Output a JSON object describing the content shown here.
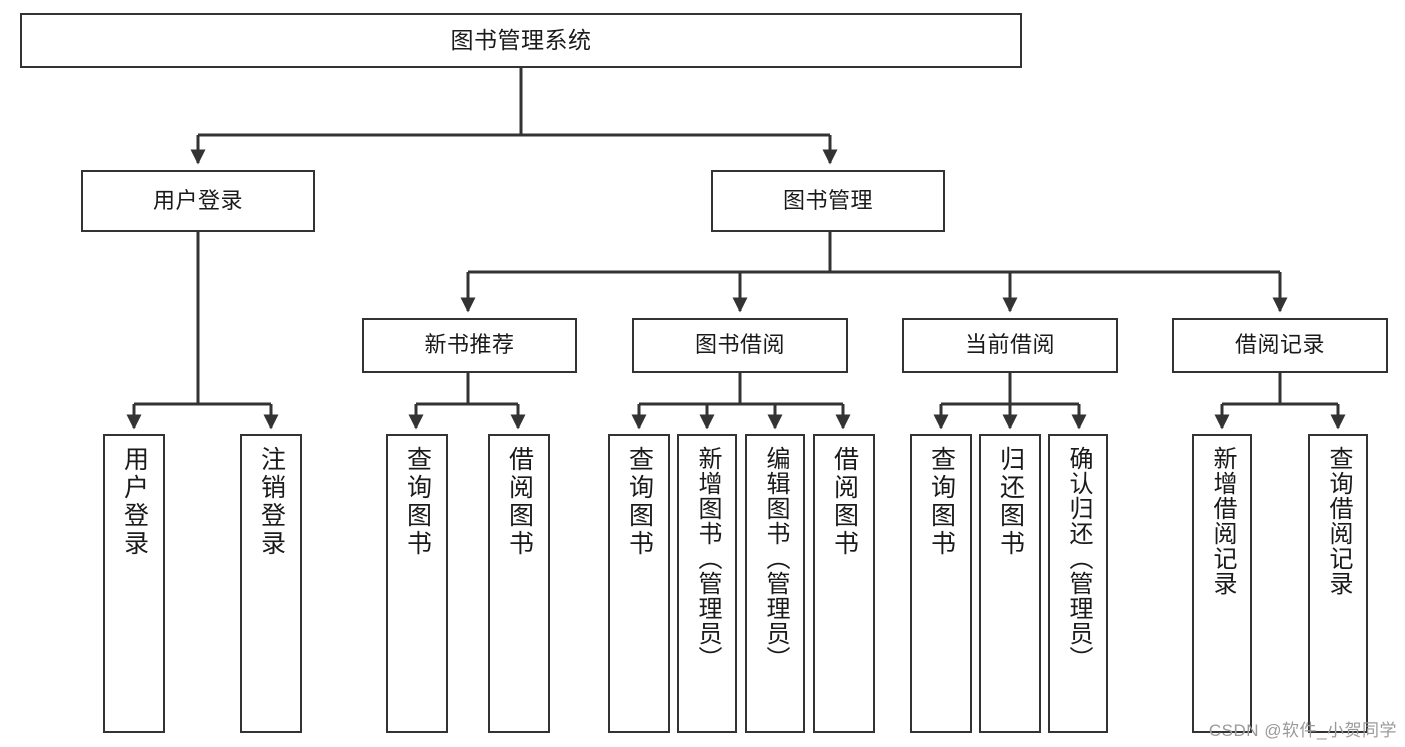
{
  "diagram": {
    "title": "图书管理系统",
    "type": "tree-hierarchy-diagram",
    "watermark": "CSDN @软件_小贺同学",
    "colors": {
      "stroke": "#333333",
      "fill": "#ffffff",
      "text": "#1a1a1a",
      "watermark": "#9a9a9a"
    },
    "root": {
      "label": "图书管理系统"
    },
    "level2": [
      {
        "label": "用户登录"
      },
      {
        "label": "图书管理"
      }
    ],
    "level3": [
      {
        "label": "新书推荐"
      },
      {
        "label": "图书借阅"
      },
      {
        "label": "当前借阅"
      },
      {
        "label": "借阅记录"
      }
    ],
    "leaves": {
      "user_login": [
        {
          "label": "用户登录"
        },
        {
          "label": "注销登录"
        }
      ],
      "new_book_recommend": [
        {
          "label": "查询图书"
        },
        {
          "label": "借阅图书"
        }
      ],
      "book_borrow": [
        {
          "label": "查询图书"
        },
        {
          "label": "新增图书（管理员）"
        },
        {
          "label": "编辑图书（管理员）"
        },
        {
          "label": "借阅图书"
        }
      ],
      "current_borrow": [
        {
          "label": "查询图书"
        },
        {
          "label": "归还图书"
        },
        {
          "label": "确认归还（管理员）"
        }
      ],
      "borrow_record": [
        {
          "label": "新增借阅记录"
        },
        {
          "label": "查询借阅记录"
        }
      ]
    }
  }
}
